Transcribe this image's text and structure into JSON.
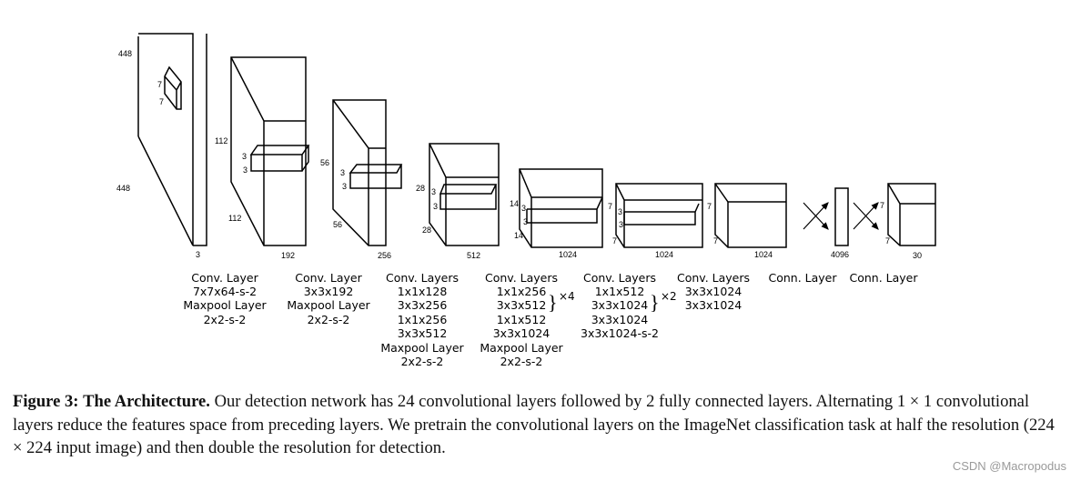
{
  "diagram": {
    "blocks": [
      {
        "id": "input",
        "dims": {
          "h": "448",
          "w": "448",
          "c": "3"
        },
        "kernel": [
          "7",
          "7"
        ]
      },
      {
        "id": "b1",
        "dims": {
          "h": "112",
          "w": "112",
          "c": "192"
        },
        "kernel": [
          "3",
          "3"
        ]
      },
      {
        "id": "b2",
        "dims": {
          "h": "56",
          "w": "56",
          "c": "256"
        },
        "kernel": [
          "3",
          "3"
        ]
      },
      {
        "id": "b3",
        "dims": {
          "h": "28",
          "w": "28",
          "c": "512"
        },
        "kernel": [
          "3",
          "3"
        ]
      },
      {
        "id": "b4",
        "dims": {
          "h": "14",
          "w": "14",
          "c": "1024"
        },
        "kernel": [
          "3",
          "3"
        ]
      },
      {
        "id": "b5",
        "dims": {
          "h": "7",
          "w": "7",
          "c": "1024"
        },
        "kernel": [
          "3",
          "3"
        ]
      },
      {
        "id": "b6",
        "dims": {
          "h": "7",
          "w": "7",
          "c": "1024"
        }
      },
      {
        "id": "fc1",
        "dims": {
          "c": "4096"
        }
      },
      {
        "id": "out",
        "dims": {
          "h": "7",
          "w": "7",
          "c": "30"
        }
      }
    ],
    "layer_groups": [
      {
        "lines": [
          "Conv. Layer",
          "7x7x64-s-2",
          "Maxpool Layer",
          "2x2-s-2"
        ]
      },
      {
        "lines": [
          "Conv. Layer",
          "3x3x192",
          "Maxpool Layer",
          "2x2-s-2"
        ]
      },
      {
        "lines": [
          "Conv. Layers",
          "1x1x128",
          "3x3x256",
          "1x1x256",
          "3x3x512",
          "Maxpool Layer",
          "2x2-s-2"
        ]
      },
      {
        "lines": [
          "Conv. Layers",
          "1x1x256",
          "3x3x512",
          "1x1x512",
          "3x3x1024",
          "Maxpool Layer",
          "2x2-s-2"
        ],
        "repeat": "×4"
      },
      {
        "lines": [
          "Conv. Layers",
          "1x1x512",
          "3x3x1024",
          "3x3x1024",
          "3x3x1024-s-2"
        ],
        "repeat": "×2"
      },
      {
        "lines": [
          "Conv. Layers",
          "3x3x1024",
          "3x3x1024"
        ]
      },
      {
        "lines": [
          "Conn. Layer"
        ]
      },
      {
        "lines": [
          "Conn. Layer"
        ]
      }
    ]
  },
  "caption": {
    "label": "Figure 3:",
    "title": "The Architecture.",
    "text": "Our detection network has 24 convolutional layers followed by 2 fully connected layers. Alternating 1 × 1 convolutional layers reduce the features space from preceding layers. We pretrain the convolutional layers on the ImageNet classification task at half the resolution (224 × 224 input image) and then double the resolution for detection."
  },
  "watermark": "CSDN @Macropodus"
}
